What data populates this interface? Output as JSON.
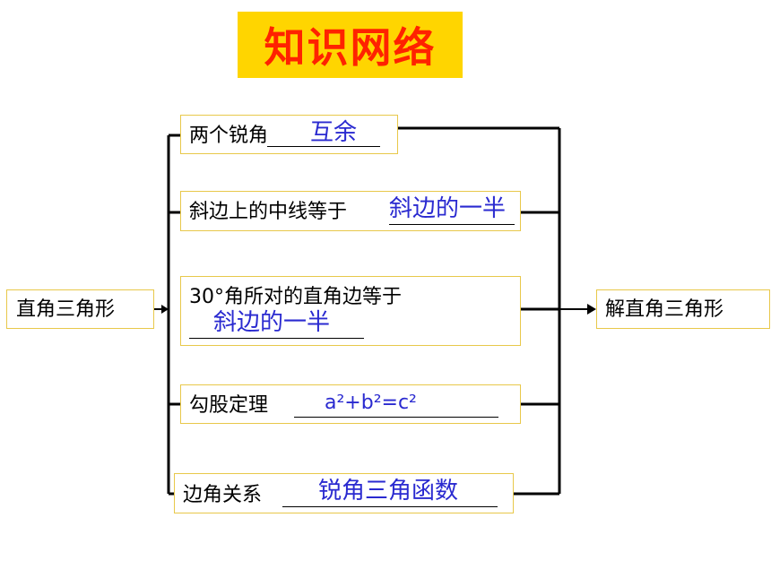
{
  "title": "知识网络",
  "left_node": "直角三角形",
  "right_node": "解直角三角形",
  "items": [
    {
      "prefix": "两个锐角",
      "answer": "互余"
    },
    {
      "prefix": "斜边上的中线等于",
      "answer": "斜边的一半"
    },
    {
      "prefix": "30°角所对的直角边等于",
      "answer": "斜边的一半"
    },
    {
      "prefix": "勾股定理",
      "answer": "a²+b²=c²"
    },
    {
      "prefix": "边角关系",
      "answer": "锐角三角函数"
    }
  ],
  "colors": {
    "title_bg": "#ffd500",
    "title_text": "#ff2200",
    "answer_text": "#2a2ad0",
    "box_border": "#e8c84a"
  }
}
